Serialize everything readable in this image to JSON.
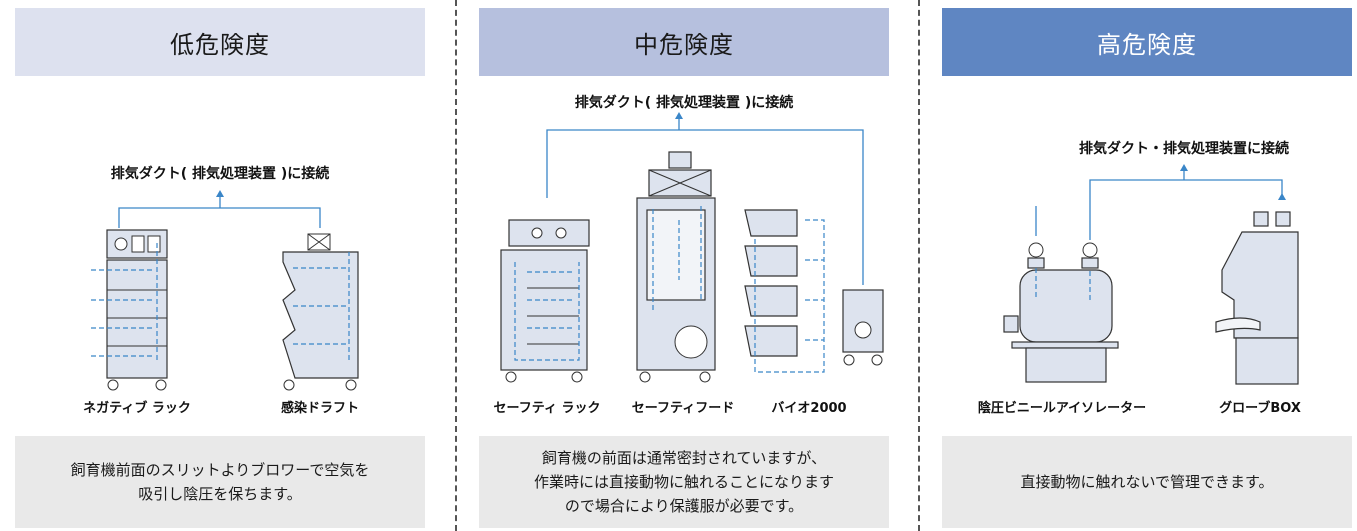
{
  "columns": [
    {
      "title": "低危険度",
      "header_color": "#dde1ef",
      "text_color": "#1a1a1a",
      "duct_label": "排気ダクト( 排気処理装置 )に接続",
      "equipment": [
        "ネガティブ ラック",
        "感染ドラフト"
      ],
      "description": "飼育機前面のスリットよりブロワーで空気を\n吸引し陰圧を保ちます。"
    },
    {
      "title": "中危険度",
      "header_color": "#b6c0de",
      "text_color": "#1a1a1a",
      "duct_label": "排気ダクト( 排気処理装置 )に接続",
      "equipment": [
        "セーフティ ラック",
        "セーフティフード",
        "バイオ2000"
      ],
      "description": "飼育機の前面は通常密封されていますが、\n作業時には直接動物に触れることになります\nので場合により保護服が必要です。"
    },
    {
      "title": "高危険度",
      "header_color": "#5f86c2",
      "text_color": "#ffffff",
      "duct_label": "排気ダクト・排気処理装置に接続",
      "equipment": [
        "陰圧ビニールアイソレーター",
        "グローブBOX"
      ],
      "description": "直接動物に触れないで管理できます。"
    }
  ],
  "colors": {
    "flow": "#3a86c8",
    "description_bg": "#e9e9e9",
    "separator": "#555555"
  }
}
